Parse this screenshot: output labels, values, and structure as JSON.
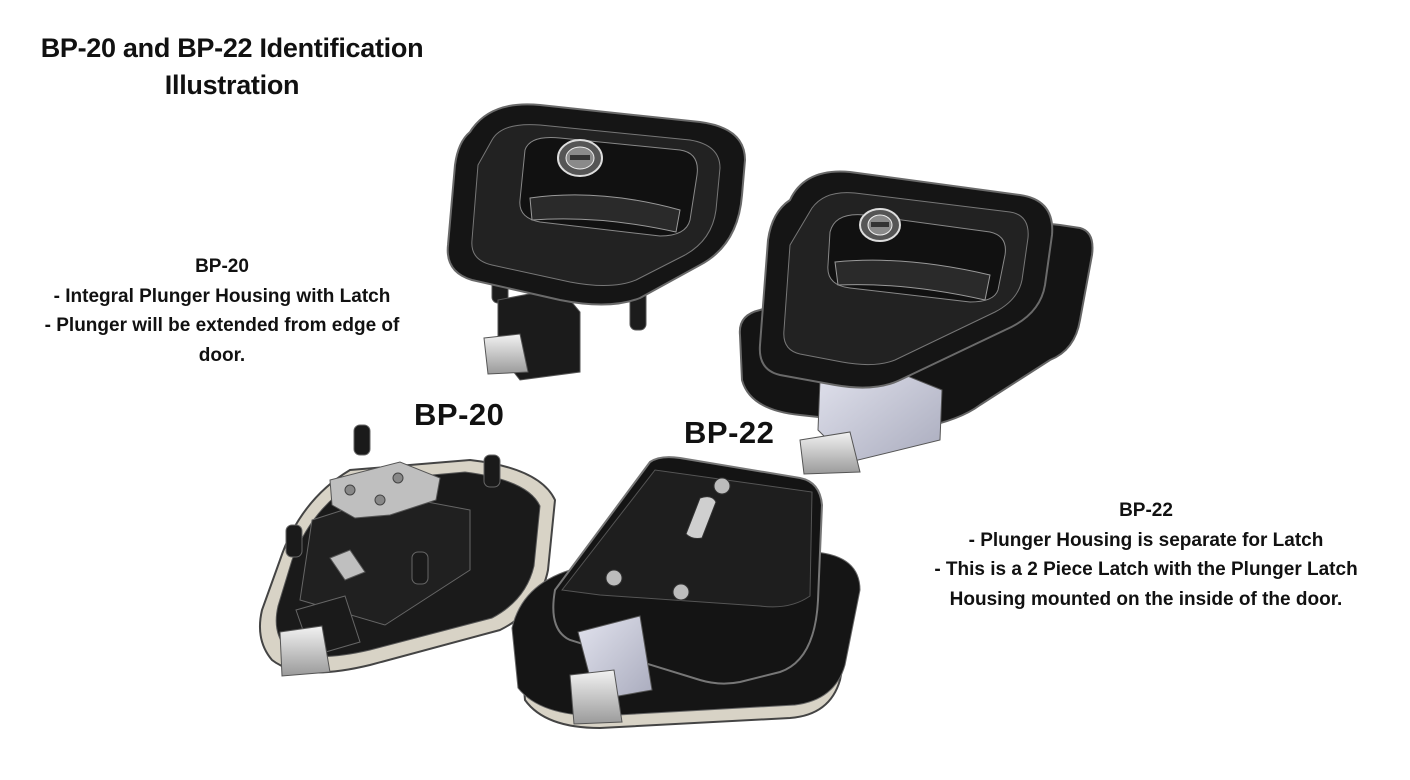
{
  "title": [
    "BP-20 and BP-22 Identification",
    "Illustration"
  ],
  "bp20": {
    "heading": "BP-20",
    "lines": [
      "- Integral Plunger Housing with Latch",
      "- Plunger will be extended from edge of",
      "door."
    ],
    "view_label": "BP-20"
  },
  "bp22": {
    "heading": "BP-22",
    "lines": [
      "- Plunger Housing is separate for Latch",
      "- This is a 2 Piece Latch with the Plunger Latch",
      "Housing mounted on the inside of the door."
    ],
    "view_label": "BP-22"
  },
  "colors": {
    "body": "#1c1c1c",
    "edge": "#555555",
    "flange": "#d8d3c6",
    "plunger": "#c4c6d6",
    "metal": "#bfbfbf"
  },
  "icons": [
    "latch-front-bp20",
    "latch-front-bp22",
    "latch-back-bp20",
    "latch-back-bp22",
    "lock-cylinder-icon",
    "screw-icon"
  ]
}
